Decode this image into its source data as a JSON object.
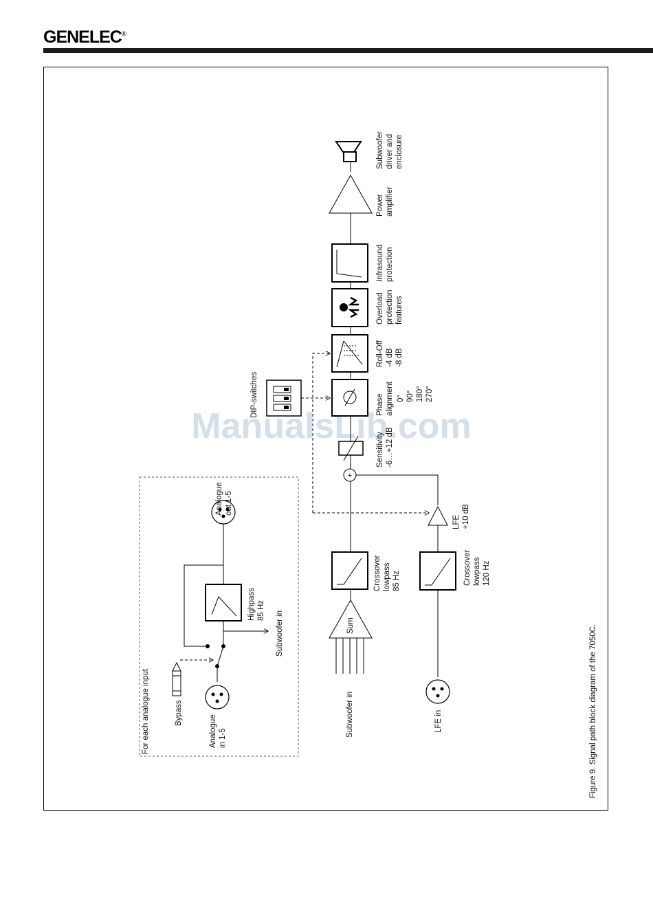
{
  "header": {
    "brand": "GENELEC",
    "reg_mark": "®"
  },
  "figure": {
    "caption": "Figure 9. Signal path block diagram of the 7050C.",
    "watermark": "ManualsLib.com",
    "labels": {
      "speaker": [
        "Subwoofer",
        "driver and",
        "enclosure"
      ],
      "power_amp": [
        "Power",
        "amplifier"
      ],
      "infrasound": [
        "Infrasound",
        "protection"
      ],
      "overload": [
        "Overload",
        "protection",
        "features"
      ],
      "rolloff": [
        "Roll-Off",
        "-4 dB",
        "-8 dB"
      ],
      "phase": [
        "Phase",
        "alignment",
        "0°",
        "90°",
        "180°",
        "270°"
      ],
      "dip": "DIP-switches",
      "sensitivity": [
        "Sensitivity",
        "-6…+12 dB"
      ],
      "lfe_gain": [
        "LFE",
        "+10 dB"
      ],
      "crossover85": [
        "Crossover",
        "lowpass",
        "85 Hz"
      ],
      "sum": "Sum",
      "subwoofer_in": "Subwoofer in",
      "crossover120": [
        "Crossover",
        "lowpass",
        "120 Hz"
      ],
      "lfe_in": "LFE in",
      "analogue_out": [
        "Analogue",
        "out 1-5"
      ],
      "highpass": [
        "Highpass",
        "85 Hz"
      ],
      "subwoofer_in_inner": "Subwoofer in",
      "bypass": "Bypass",
      "analogue_in": [
        "Analogue",
        "in 1-5"
      ],
      "for_each": "For each analogue input",
      "sum_node": "+"
    }
  }
}
